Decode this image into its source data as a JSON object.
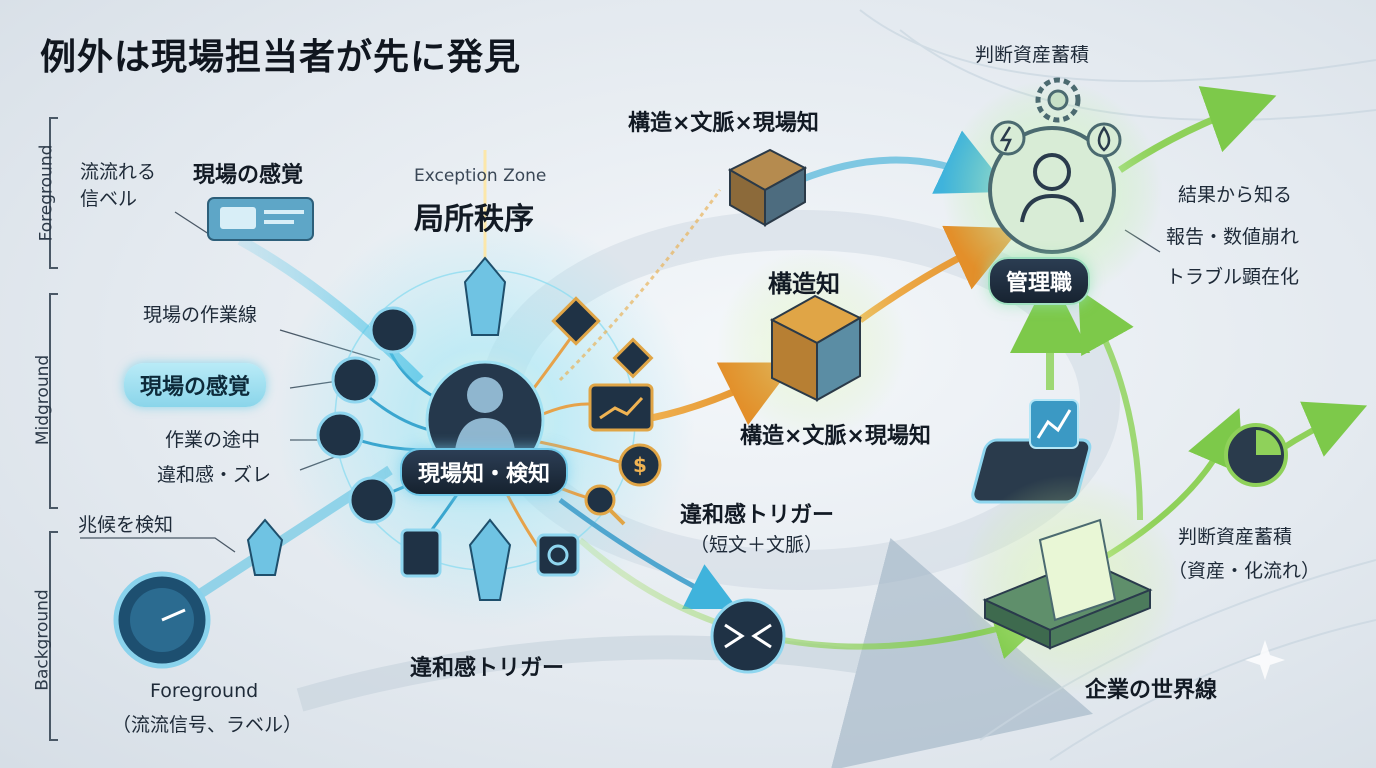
{
  "title": "例外は現場担当者が先に発見",
  "layers": {
    "foreground": "Foreground",
    "midground": "Midground",
    "background": "Background"
  },
  "left": {
    "flow_label_line1": "流流れる",
    "flow_label_line2": "信ベル",
    "genba_kankaku_top": "現場の感覚",
    "sagyousen": "現場の作業線",
    "genba_kankaku_pill": "現場の感覚",
    "sagyou_tochuu": "作業の途中",
    "iwakan_zure": "違和感・ズレ",
    "choukou": "兆候を検知",
    "fg_caption_line1": "Foreground",
    "fg_caption_line2": "（流流信号、ラベル）"
  },
  "center": {
    "zone_en": "Exception Zone",
    "zone_jp": "局所秩序",
    "hub_label": "現場知・検知",
    "trigger_bottom": "違和感トリガー"
  },
  "middle": {
    "top_label": "構造×文脈×現場知",
    "structure_label": "構造知",
    "structure_caption": "構造×文脈×現場知",
    "trigger_label": "違和感トリガー",
    "trigger_sub": "（短文＋文脈）"
  },
  "right": {
    "asset_top": "判断資産蓄積",
    "result1": "結果から知る",
    "result2": "報告・数値崩れ",
    "result3": "トラブル顕在化",
    "manager": "管理職",
    "asset_bottom": "判断資産蓄積",
    "asset_bottom_sub": "（資産・化流れ）",
    "worldline": "企業の世界線"
  },
  "colors": {
    "cyan": "#4fc3e6",
    "orange": "#e8a23c",
    "green": "#8fd15a",
    "navy": "#1f2d3d"
  },
  "icons": [
    "gauge-icon",
    "crystal-icon",
    "person-icon",
    "chart-monitor-icon",
    "dollar-icon",
    "magnifier-icon",
    "box-icon",
    "gear-icon",
    "lightning-icon",
    "drop-icon",
    "phone-chart-icon",
    "document-icon",
    "arrows-converge-icon",
    "pie-icon"
  ]
}
